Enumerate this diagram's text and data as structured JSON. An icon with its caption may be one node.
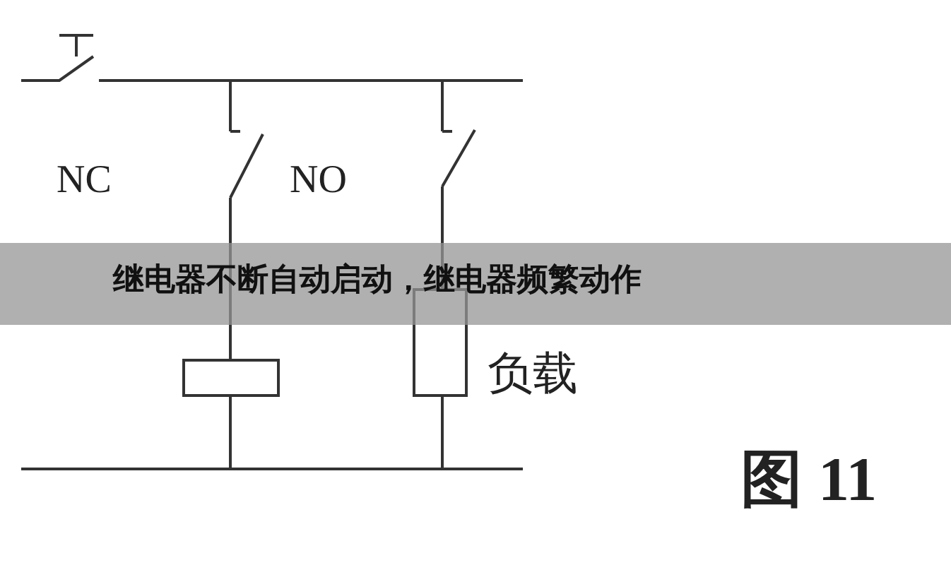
{
  "diagram": {
    "title": "继电器不断自动启动，继电器频繁动作",
    "labels": [
      "NC",
      "NO",
      "负载",
      "图 11"
    ]
  }
}
